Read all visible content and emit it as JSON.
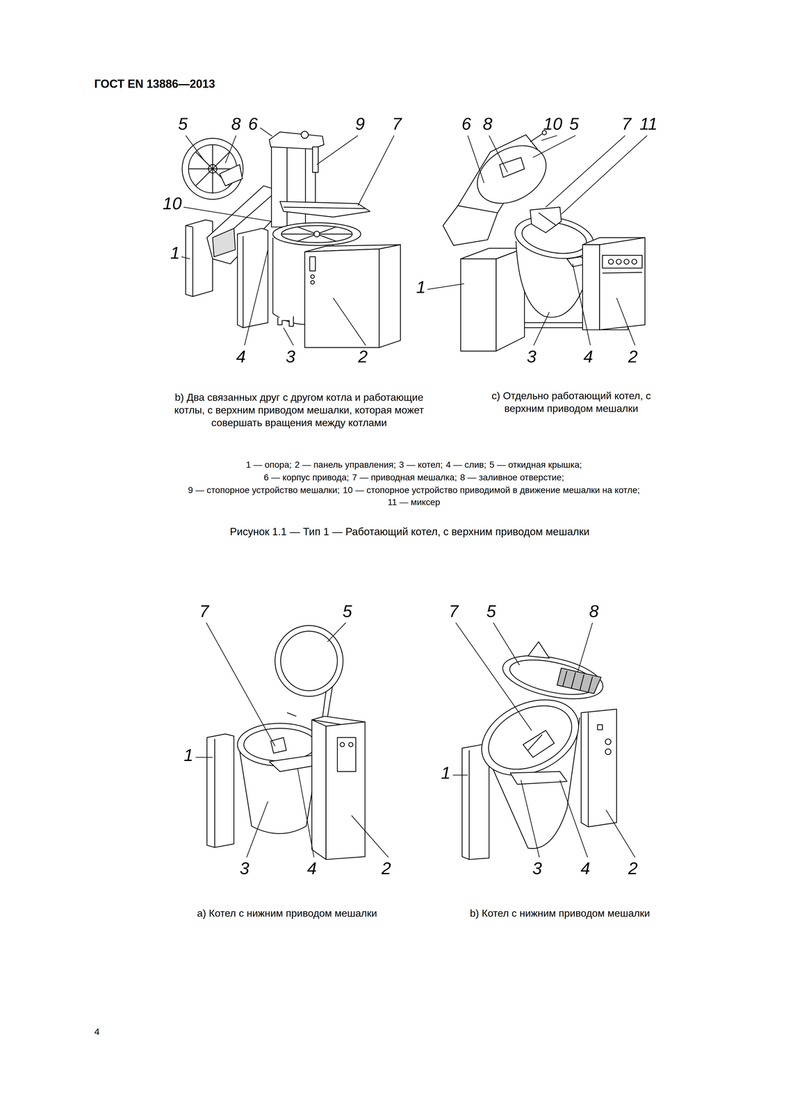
{
  "diagram": {
    "title": "ГОСТ EN 13886—2013",
    "caption": "Рисунок 1.1 — Тип 1 — Работающий котел, с верхним приводом мешалки",
    "labels": [
      "5",
      "8",
      "6",
      "9",
      "7",
      "10",
      "1",
      "4",
      "3",
      "2",
      "6",
      "8",
      "10",
      "5",
      "7",
      "11",
      "1",
      "3",
      "4",
      "2",
      "b) Два связанных друг с другом котла и работающие котлы, с верхним приводом мешалки, которая может совершать вращения между котлами",
      "c) Отдельно работающий котел, с верхним приводом мешалки",
      "1 — опора;",
      "2 — панель управления;",
      "3 — котел;",
      "4 — слив;",
      "5 — откидная крышка;",
      "6 — корпус привода;",
      "7 — приводная мешалка;",
      "8 — заливное отверстие;",
      "9 — стопорное устройство мешалки;",
      "10 — стопорное устройство приводимой в движение мешалки на котле;",
      "11 — миксер",
      "7",
      "5",
      "1",
      "3",
      "4",
      "2",
      "7",
      "5",
      "8",
      "1",
      "3",
      "4",
      "2",
      "a) Котел с нижним приводом мешалки",
      "b) Котел с нижним приводом мешалки",
      "4"
    ]
  }
}
